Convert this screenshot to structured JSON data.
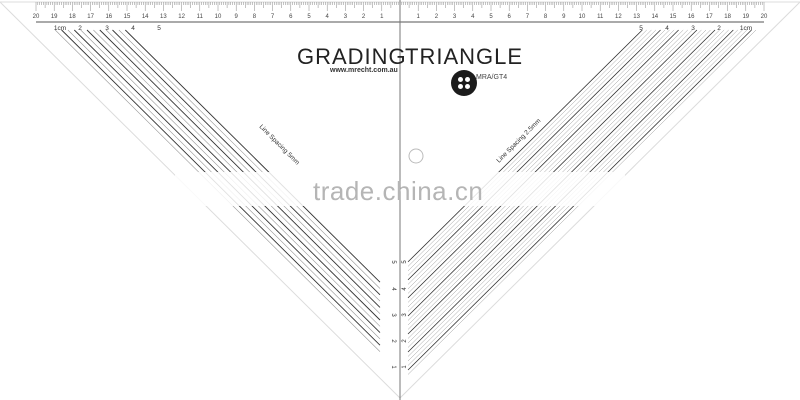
{
  "product": {
    "title_left": "GRADING",
    "title_right": "TRIANGLE",
    "website": "www.mrecht.com.au",
    "model_code": "MRA/GT4",
    "logo_icon": "four-hole-button-icon"
  },
  "watermark": "trade.china.cn",
  "ruler": {
    "unit": "cm",
    "left_labels": [
      "20",
      "19",
      "18",
      "17",
      "16",
      "15",
      "14",
      "13",
      "12",
      "11",
      "10",
      "9",
      "8",
      "7",
      "6",
      "5",
      "4",
      "3",
      "2",
      "1"
    ],
    "right_labels": [
      "1",
      "2",
      "3",
      "4",
      "5",
      "6",
      "7",
      "8",
      "9",
      "10",
      "11",
      "12",
      "13",
      "14",
      "15",
      "16",
      "17",
      "18",
      "19",
      "20"
    ]
  },
  "left_triangle": {
    "spacing_label": "Line Spacing 5mm",
    "top_labels": [
      "1cm",
      "2",
      "3",
      "4",
      "5"
    ],
    "side_labels": [
      "5",
      "4",
      "3",
      "2",
      "1"
    ]
  },
  "right_triangle": {
    "spacing_label": "Line Spacing 2.5mm",
    "top_labels": [
      "5",
      "4",
      "3",
      "2",
      "1cm"
    ],
    "side_labels": [
      "5",
      "4",
      "3",
      "2",
      "1"
    ]
  },
  "colors": {
    "line": "#333333",
    "light_line": "#9a9a9a",
    "text": "#222222",
    "watermark": "#b5b5b5"
  }
}
